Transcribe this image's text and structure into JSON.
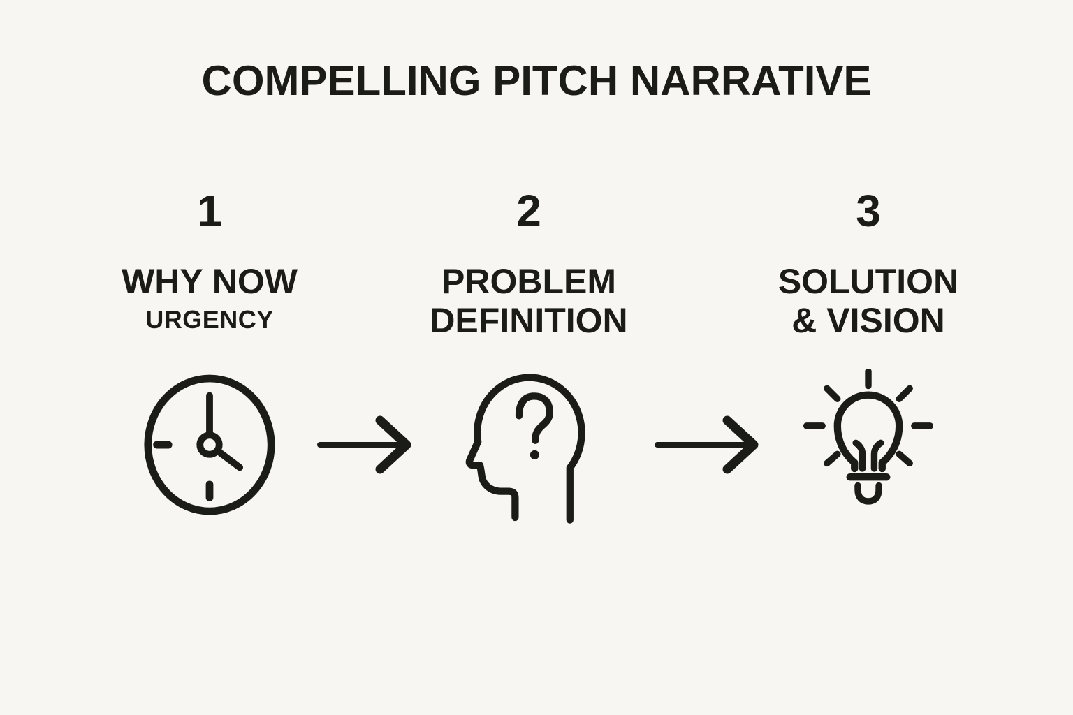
{
  "title": "COMPELLING PITCH NARRATIVE",
  "colors": {
    "background": "#f7f6f2",
    "ink": "#1b1b18"
  },
  "steps": [
    {
      "number": "1",
      "line1": "WHY NOW",
      "line2": "URGENCY",
      "icon": "clock-icon"
    },
    {
      "number": "2",
      "line1": "PROBLEM",
      "line2": "DEFINITION",
      "icon": "head-question-icon"
    },
    {
      "number": "3",
      "line1": "SOLUTION",
      "line2": "& VISION",
      "icon": "lightbulb-icon"
    }
  ]
}
